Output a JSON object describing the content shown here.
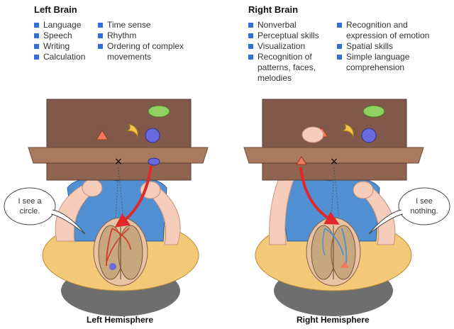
{
  "colors": {
    "bullet": "#2f6fd6",
    "desk_top": "#80594a",
    "desk_front": "#a97a5e",
    "shirt": "#f3c978",
    "jeans": "#4f8fd2",
    "skin": "#f6cdbb",
    "arrow_red": "#e0282a",
    "nerves_left": "#d23c2a",
    "nerves_right": "#4a8fd8",
    "ellipse_green": "#8fd060",
    "circle_blue": "#6a6ae0",
    "triangle_orange": "#f07a5a",
    "moon_yellow": "#f2c448"
  },
  "left_panel": {
    "title": "Left Brain",
    "col1": [
      "Language",
      "Speech",
      "Writing",
      "Calculation"
    ],
    "col2": [
      "Time sense",
      "Rhythm",
      "Ordering of complex\nmovements"
    ],
    "bubble": "I see a\ncircle.",
    "caption": "Left Hemisphere"
  },
  "right_panel": {
    "title": "Right Brain",
    "col1": [
      "Nonverbal",
      "Perceptual skills",
      "Visualization",
      "Recognition of\npatterns, faces,\nmelodies"
    ],
    "col2": [
      "Recognition and\nexpression of emotion",
      "Spatial skills",
      "Simple language\ncomprehension"
    ],
    "bubble": "I see\nnothing.",
    "caption": "Right Hemisphere"
  },
  "desk_marker": "×"
}
